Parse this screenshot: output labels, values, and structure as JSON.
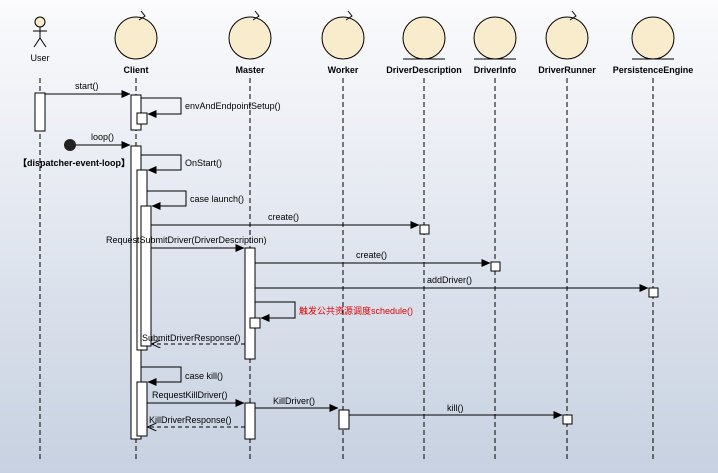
{
  "participants": [
    {
      "key": "user",
      "label": "User",
      "kind": "actor"
    },
    {
      "key": "client",
      "label": "Client",
      "kind": "control"
    },
    {
      "key": "master",
      "label": "Master",
      "kind": "control"
    },
    {
      "key": "worker",
      "label": "Worker",
      "kind": "control"
    },
    {
      "key": "driverdesc",
      "label": "DriverDescription",
      "kind": "entity"
    },
    {
      "key": "driverinfo",
      "label": "DriverInfo",
      "kind": "entity"
    },
    {
      "key": "driverrunner",
      "label": "DriverRunner",
      "kind": "control"
    },
    {
      "key": "persistence",
      "label": "PersistenceEngine",
      "kind": "entity"
    }
  ],
  "messages": {
    "start": "start()",
    "env_setup": "envAndEndpointSetup()",
    "loop": "loop()",
    "dispatcher": "【dispatcher-event-loop】",
    "on_start": "OnStart()",
    "case_launch": "case launch()",
    "create_desc": "create()",
    "request_submit": "RequestSubmitDriver(DriverDescription)",
    "create_info": "create()",
    "add_driver": "addDriver()",
    "schedule": "触发公共资源调度schedule()",
    "submit_response": "SubmitDriverResponse()",
    "case_kill": "case kill()",
    "request_kill": "RequestKillDriver()",
    "kill_driver": "KillDriver()",
    "kill": "kill()",
    "kill_response": "KillDriverResponse()"
  },
  "colors": {
    "head_fill": "#f8eccd",
    "accent_red": "#e00000",
    "background_top": "#fbfbfd",
    "background_bottom": "#c7d1e1"
  }
}
